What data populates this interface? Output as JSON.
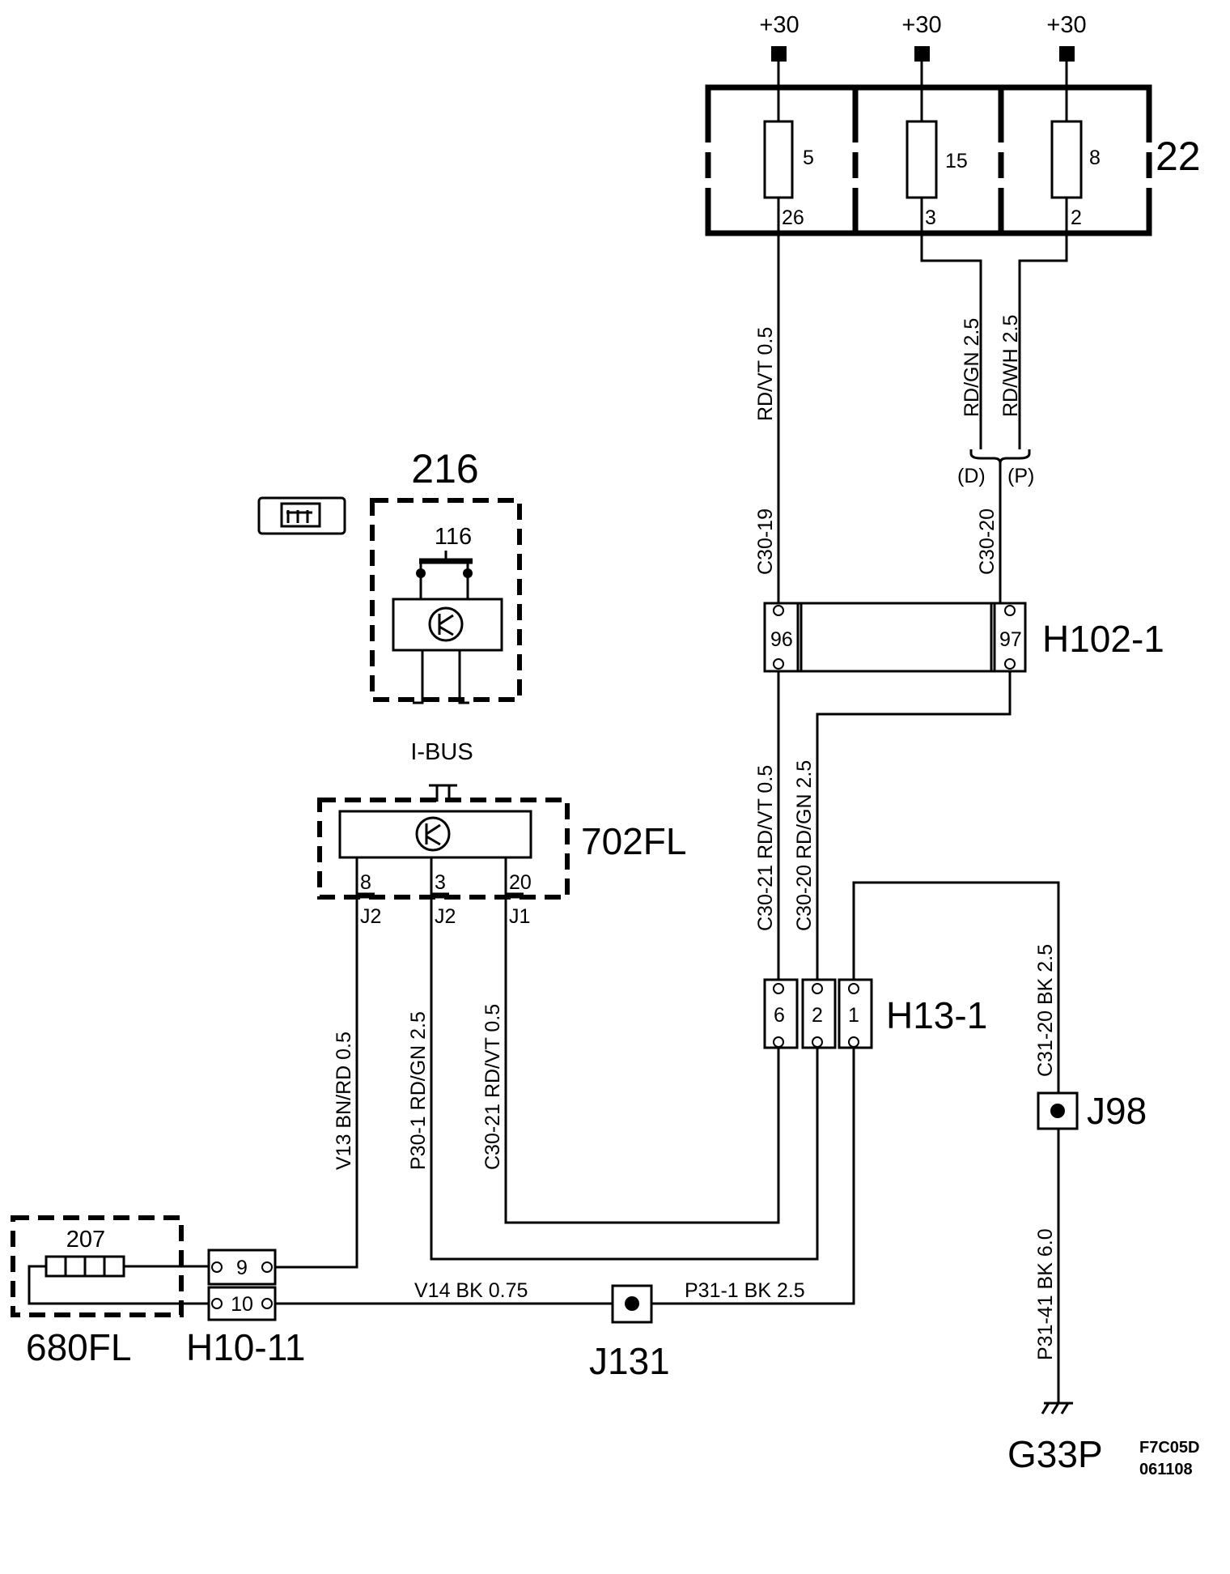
{
  "power": {
    "label": "+30"
  },
  "fusebox": {
    "id": "22",
    "fuses": [
      {
        "num": "5",
        "pin": "26"
      },
      {
        "num": "15",
        "pin": "3"
      },
      {
        "num": "8",
        "pin": "2"
      }
    ]
  },
  "wires": {
    "w1": "RD/VT  0.5",
    "w2": "RD/GN 2.5",
    "w3": "RD/WH 2.5",
    "w4": "C30-19",
    "w5": "C30-20",
    "w6": "C30-21  RD/VT  0.5",
    "w7": "C30-20  RD/GN  2.5",
    "w8": "C31-20  BK  2.5",
    "w9": "P31-41  BK  6.0",
    "w10": "V13  BN/RD  0.5",
    "w11": "P30-1  RD/GN  2.5",
    "w12": "C30-21  RD/VT  0.5",
    "w13": "V14  BK  0.75",
    "w14": "P31-1  BK  2.5"
  },
  "variants": {
    "d": "(D)",
    "p": "(P)"
  },
  "connectors": {
    "h102": {
      "id": "H102-1",
      "pins": [
        "96",
        "97"
      ]
    },
    "h13": {
      "id": "H13-1",
      "pins": [
        "6",
        "2",
        "1"
      ]
    },
    "h1011": {
      "id": "H10-11",
      "pins": [
        "9",
        "10"
      ]
    }
  },
  "components": {
    "c216": {
      "id": "216",
      "fuse": "116"
    },
    "c702": {
      "id": "702FL",
      "bus": "I-BUS",
      "pins": [
        "8",
        "3",
        "20"
      ],
      "plugs": [
        "J2",
        "J2",
        "J1"
      ]
    },
    "c680": {
      "id": "680FL",
      "fuse": "207"
    }
  },
  "splices": {
    "j98": "J98",
    "j131": "J131"
  },
  "ground": {
    "id": "G33P"
  },
  "ref": {
    "code": "F7C05D",
    "date": "061108"
  }
}
